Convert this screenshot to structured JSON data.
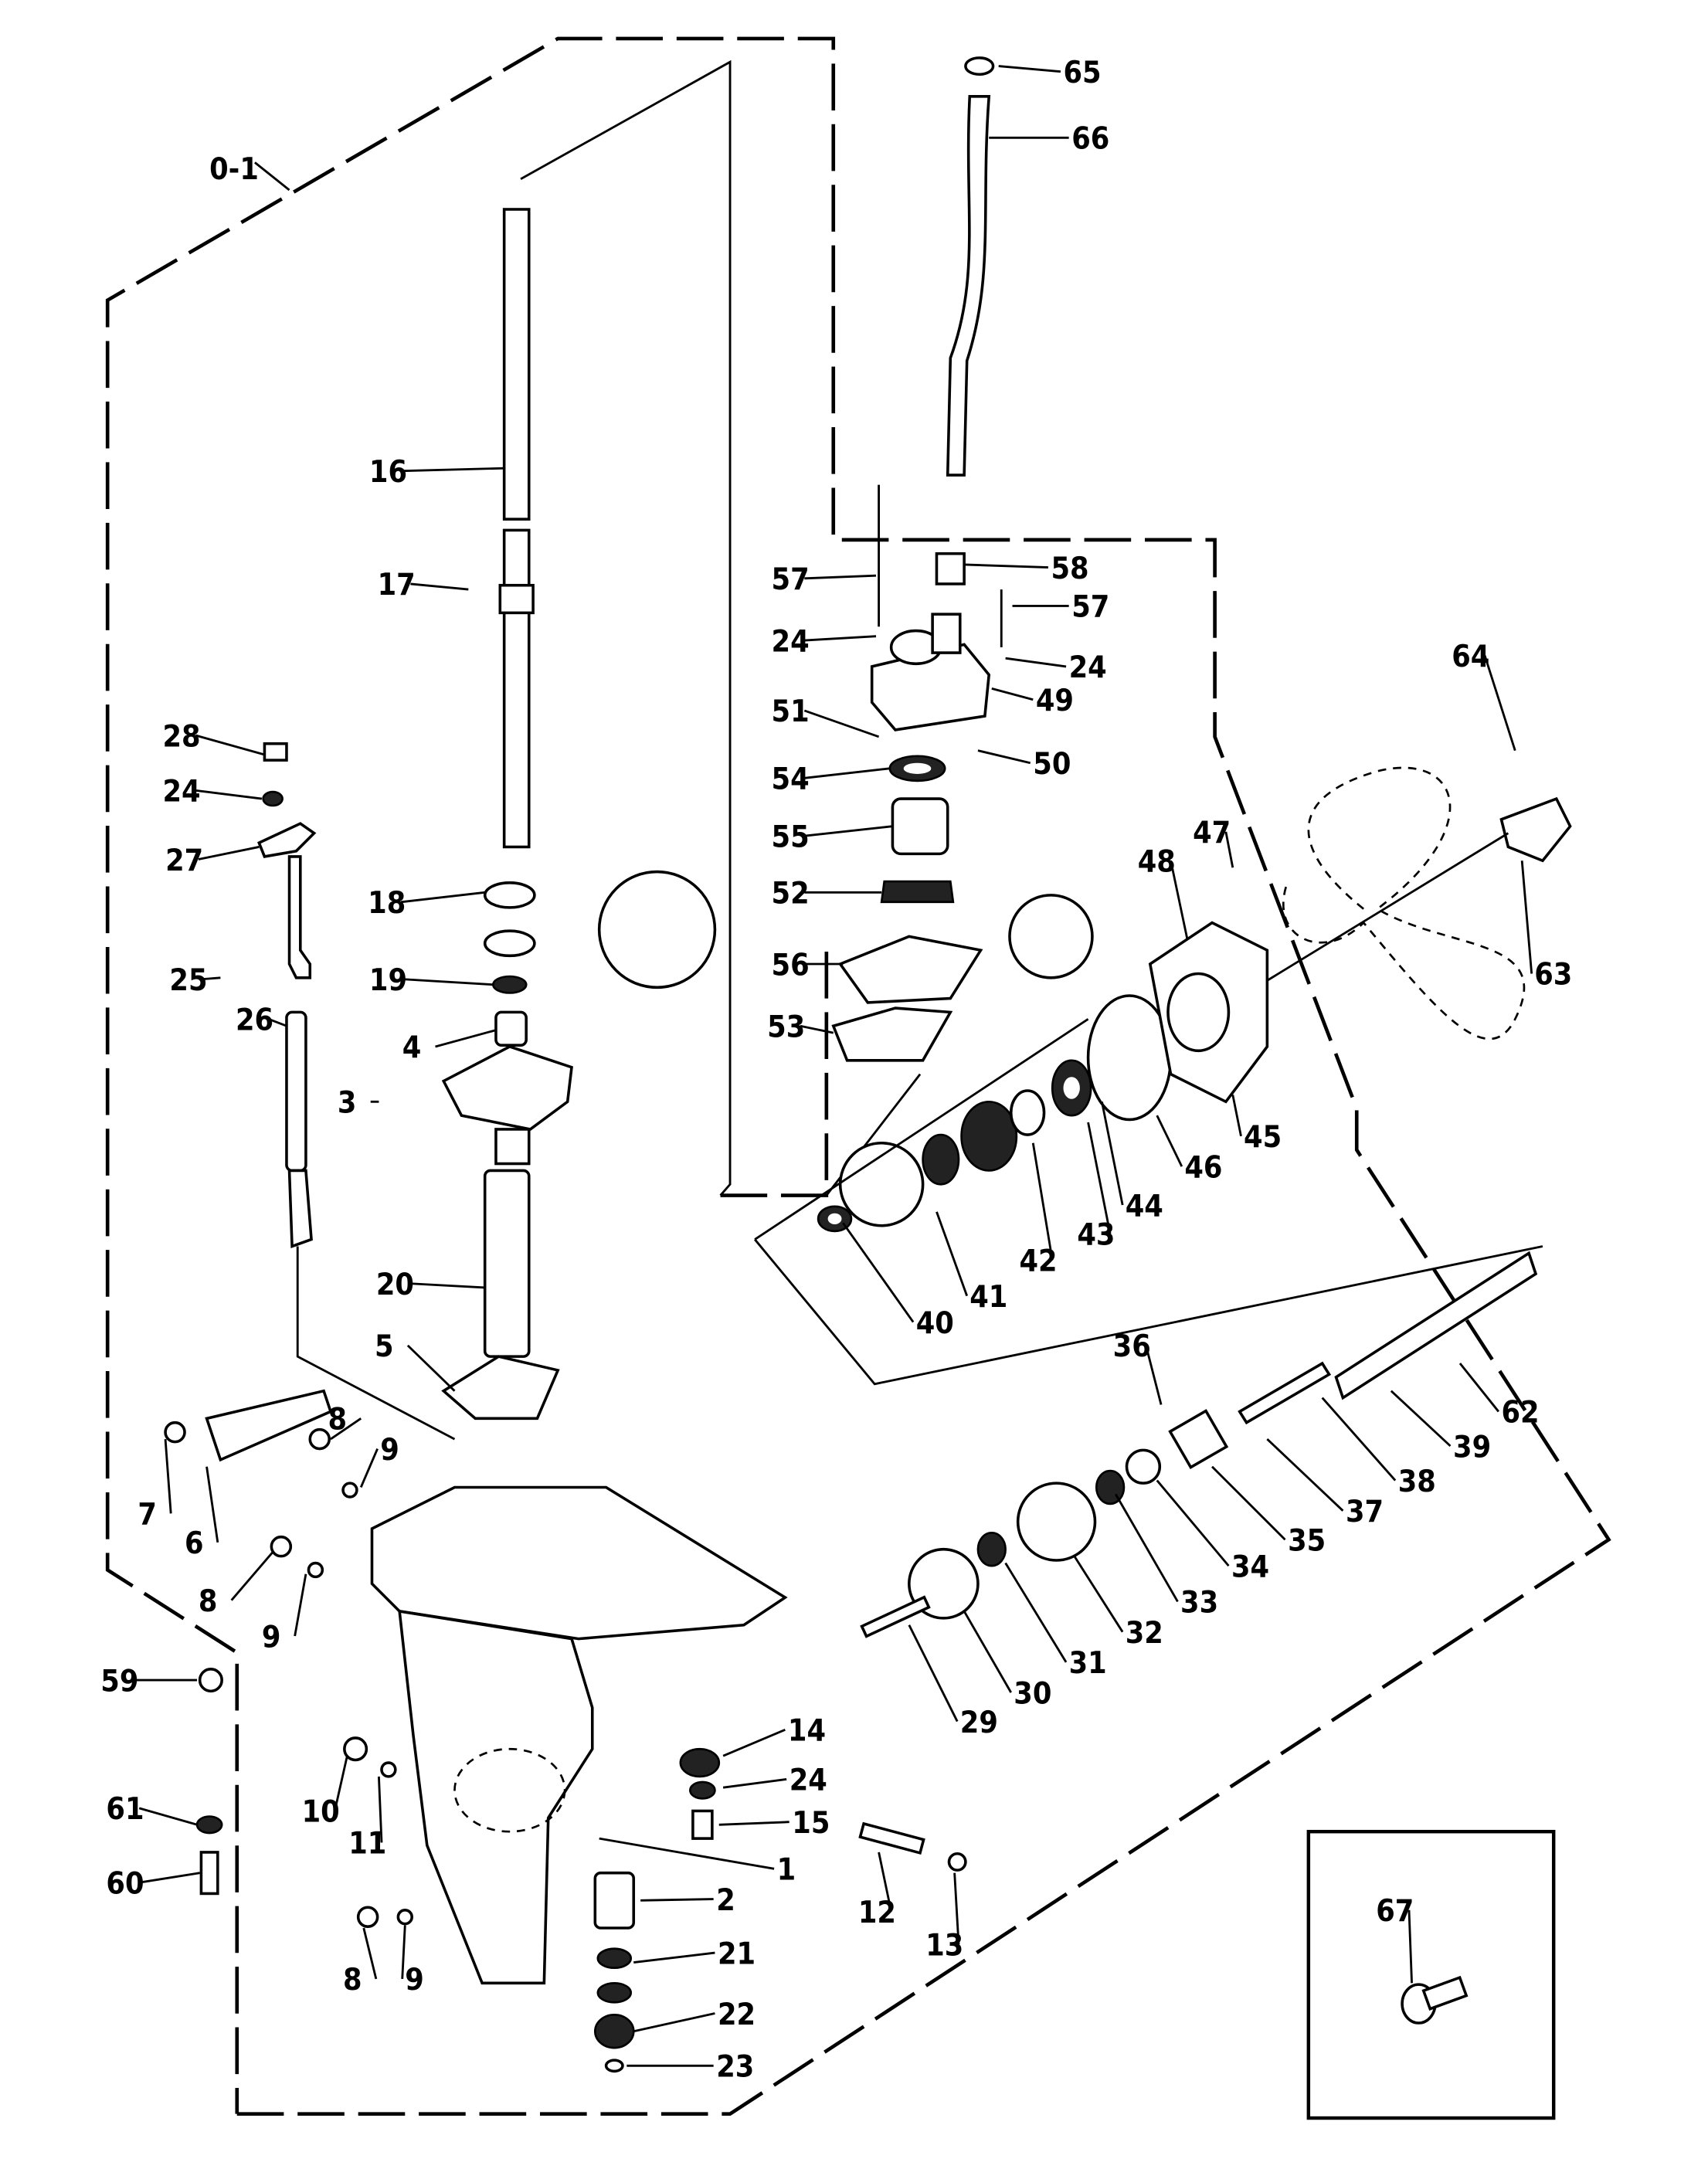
{
  "diagram": {
    "assembly_label": "0-1",
    "part_labels": [
      "65",
      "66",
      "16",
      "17",
      "57",
      "58",
      "57",
      "24",
      "24",
      "49",
      "51",
      "50",
      "64",
      "28",
      "24",
      "27",
      "54",
      "55",
      "52",
      "56",
      "53",
      "48",
      "47",
      "63",
      "18",
      "25",
      "26",
      "19",
      "4",
      "3",
      "45",
      "46",
      "44",
      "43",
      "42",
      "41",
      "40",
      "20",
      "36",
      "62",
      "5",
      "39",
      "38",
      "37",
      "35",
      "34",
      "33",
      "32",
      "31",
      "30",
      "29",
      "8",
      "9",
      "7",
      "6",
      "8",
      "9",
      "59",
      "14",
      "24",
      "15",
      "1",
      "10",
      "11",
      "61",
      "60",
      "2",
      "12",
      "13",
      "21",
      "8",
      "9",
      "22",
      "23",
      "67"
    ]
  }
}
